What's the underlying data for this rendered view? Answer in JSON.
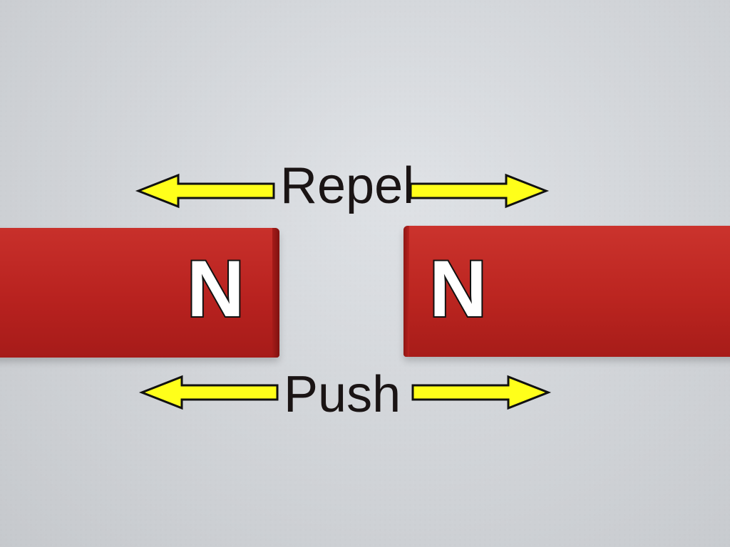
{
  "scene": {
    "left_magnet_label": "N",
    "right_magnet_label": "N",
    "top_caption": "Repel",
    "bottom_caption": "Push"
  },
  "colors": {
    "background": "#d6d9dc",
    "magnet": "#b8221f",
    "arrow_fill": "#ffff1a",
    "arrow_outline": "#111111",
    "text": "#1a1414"
  },
  "icons": [
    "arrow-left-icon",
    "arrow-right-icon"
  ]
}
